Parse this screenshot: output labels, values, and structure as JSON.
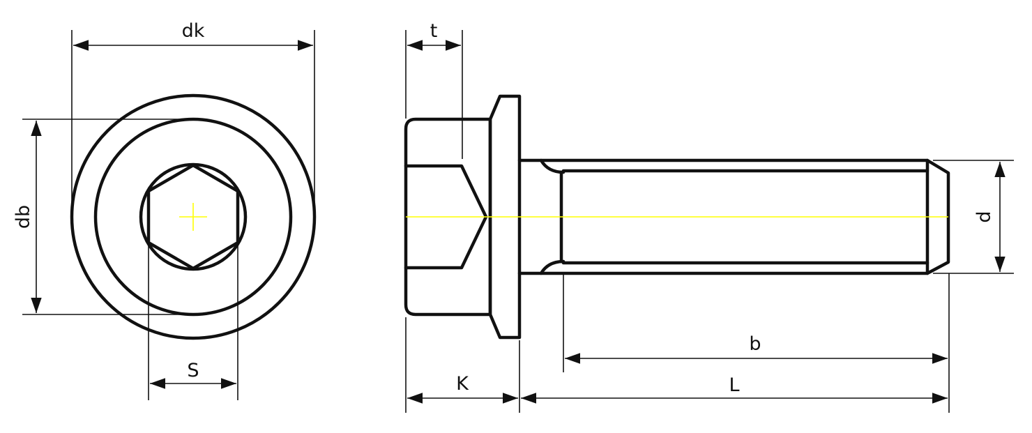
{
  "labels": {
    "dk": "dk",
    "db": "db",
    "s": "S",
    "t": "t",
    "d": "d",
    "b": "b",
    "k": "K",
    "l": "L"
  },
  "colors": {
    "outline": "#111111",
    "centerline": "#ffff00",
    "background": "#ffffff"
  }
}
